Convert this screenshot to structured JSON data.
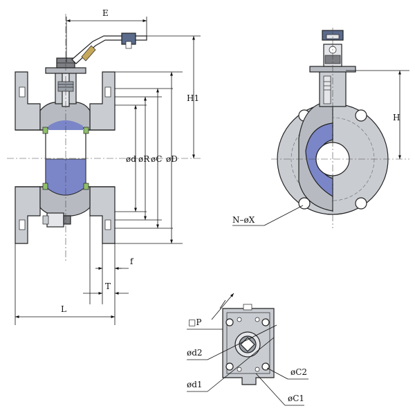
{
  "labels": {
    "E": "E",
    "H1": "H1",
    "d": "ød",
    "R": "øR",
    "C": "øC",
    "D": "øD",
    "f": "f",
    "T": "T",
    "L": "L",
    "H": "H",
    "NX": "N–øX",
    "P": "□P",
    "d2": "ød2",
    "d1": "ød1",
    "C2": "øC2",
    "C1": "øC1"
  },
  "colors": {
    "body": "#c9ccd1",
    "body_dark": "#9aa0a8",
    "ball": "#7b86c8",
    "seat": "#8fc06a",
    "outline": "#222222",
    "handle": "#5b6b8c"
  }
}
